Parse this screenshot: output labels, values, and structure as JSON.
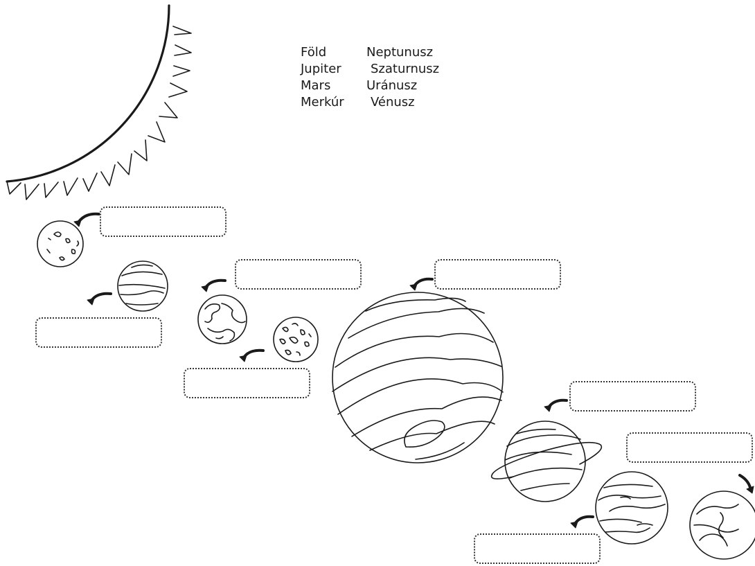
{
  "word_bank": {
    "words": [
      "Föld",
      "Neptunusz",
      "Jupiter",
      "Szaturnusz",
      "Mars",
      "Uránusz",
      "Merkúr",
      "Vénusz"
    ]
  },
  "colors": {
    "ink": "#1a1a1a",
    "paper": "#ffffff"
  },
  "figures": {
    "sun": "sun-icon",
    "planets": [
      "mercury",
      "venus",
      "earth",
      "mars",
      "jupiter",
      "saturn",
      "uranus",
      "neptune"
    ],
    "arrow": "arrow-icon"
  },
  "answer_boxes": [
    "",
    "",
    "",
    "",
    "",
    "",
    "",
    ""
  ]
}
